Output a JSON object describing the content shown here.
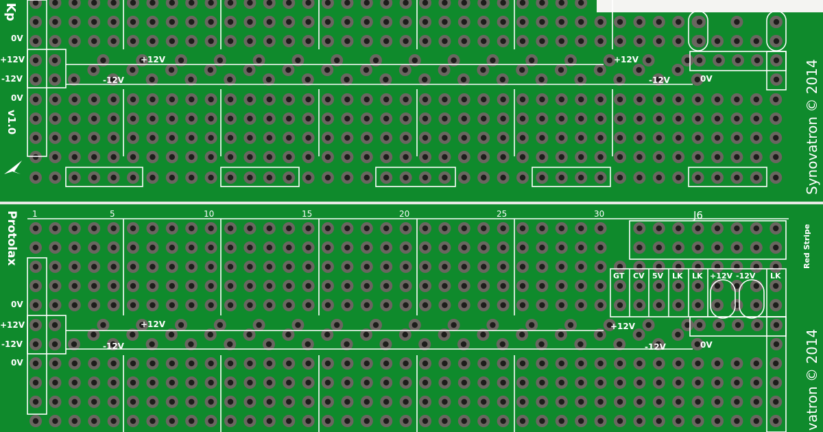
{
  "colors": {
    "board": "#0f8a2c",
    "pad": "#6a6660",
    "hole": "#1d1d1b",
    "silkscreen": "#ffffff",
    "background": "#f4f4f2"
  },
  "top_board": {
    "rail_labels": [
      "0V",
      "+12V",
      "-12V",
      "0V"
    ],
    "rail_top_left": "0V",
    "bus_labels": {
      "plus": "+12V",
      "minus": "-12V",
      "ground": "0V"
    },
    "version": "v1.0",
    "partial_title": "Kp",
    "brand": "Synovatron © 2014"
  },
  "bottom_board": {
    "title": "Protolax",
    "column_numbers": [
      "1",
      "5",
      "10",
      "15",
      "20",
      "25",
      "30"
    ],
    "rail_labels": [
      "0V",
      "+12V",
      "-12V",
      "0V"
    ],
    "bus_labels": {
      "plus": "+12V",
      "minus": "-12V",
      "ground": "0V"
    },
    "header_name": "J6",
    "header_note": "Red Stripe",
    "header_pins": [
      "GT",
      "CV",
      "5V",
      "LK",
      "LK",
      "+12V",
      "-12V",
      "LK"
    ],
    "brand": "vatron © 2014"
  }
}
